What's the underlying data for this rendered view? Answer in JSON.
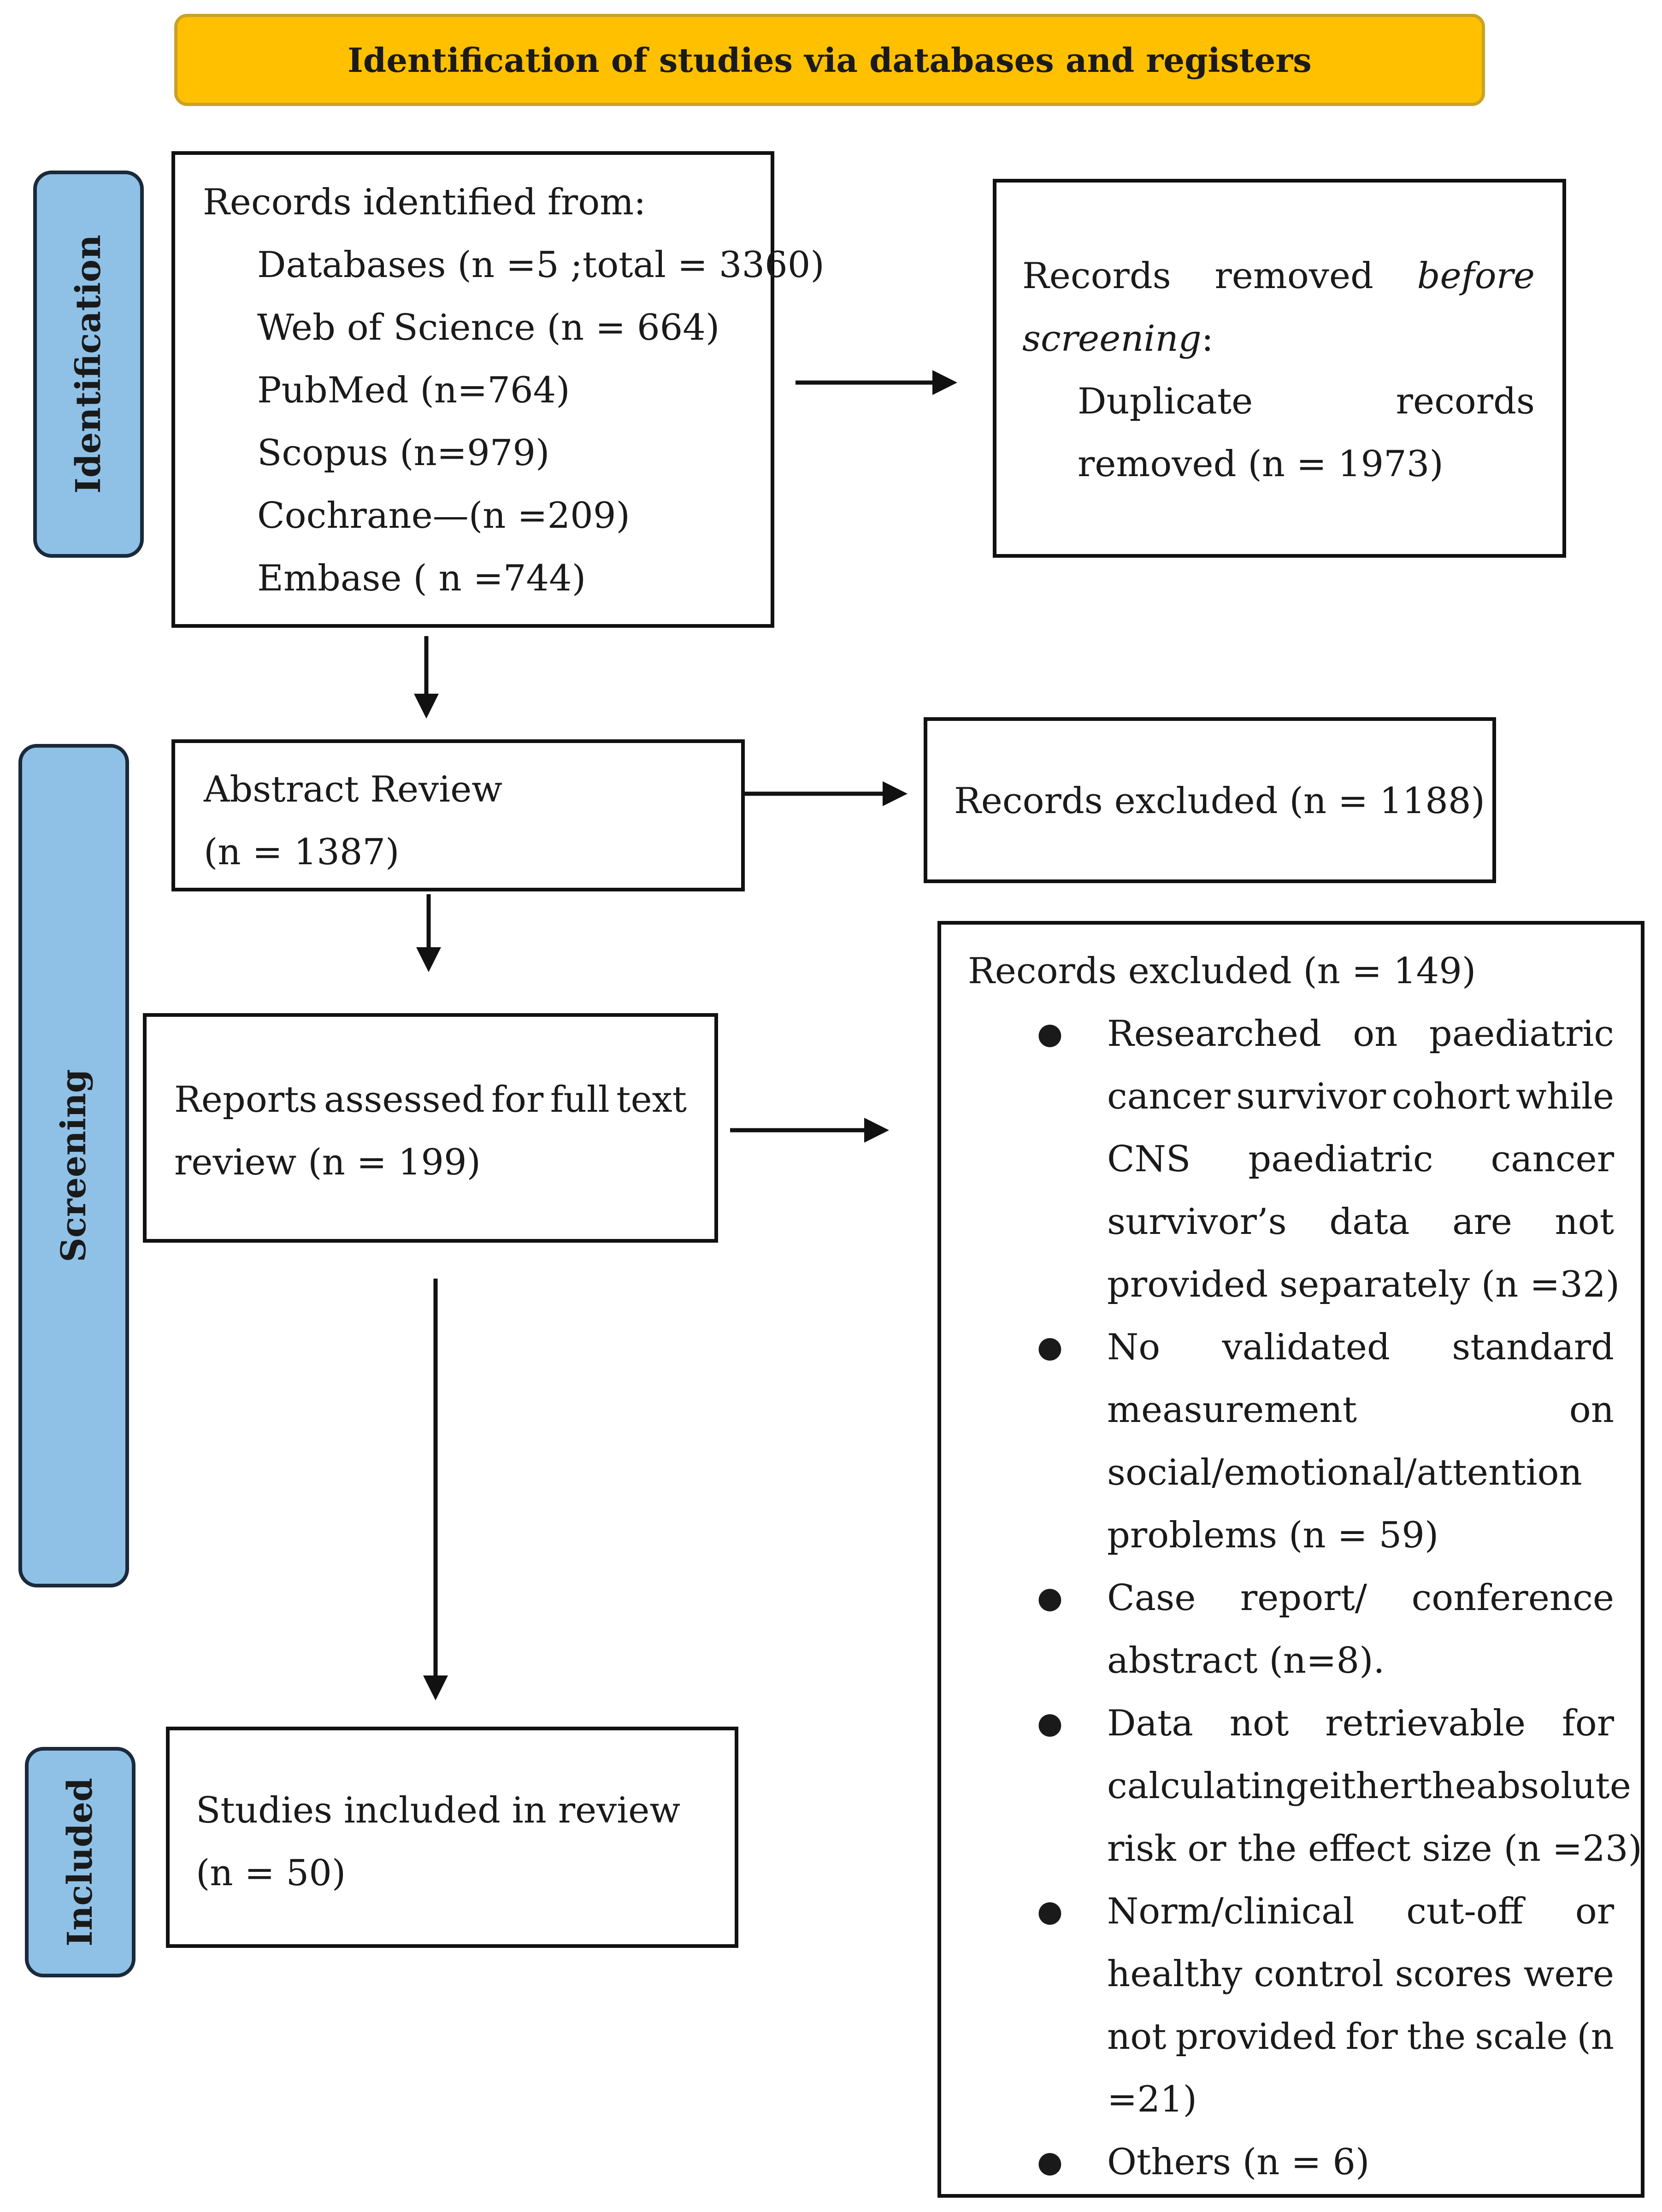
{
  "header": {
    "title": "Identification of studies via databases and registers"
  },
  "stages": {
    "identification": "Identification",
    "screening": "Screening",
    "included": "Included"
  },
  "records_identified": {
    "heading": "Records identified from:",
    "databases": "Databases (n =5 ;total = 3360)",
    "web_of_science": "Web of Science (n = 664)",
    "pubmed": "PubMed (n=764)",
    "scopus": "Scopus (n=979)",
    "cochrane": "Cochrane—(n =209)",
    "embase": "Embase ( n =744)"
  },
  "removed_before_screening": {
    "w1": "Records",
    "w2": "removed",
    "w3": "before",
    "w4": "screening",
    "colon": ":",
    "w5": "Duplicate",
    "w6": "records",
    "line3": "removed (n = 1973)"
  },
  "abstract_review": {
    "line1": "Abstract Review",
    "line2": "(n = 1387)"
  },
  "records_excluded_abstract": {
    "text": "Records excluded (n = 1188)"
  },
  "full_text_review": {
    "w": [
      "Reports",
      "assessed",
      "for",
      "full",
      "text"
    ],
    "line2": "review (n = 199)"
  },
  "records_excluded_fulltext": {
    "heading": "Records excluded (n = 149)",
    "bullet": "●",
    "b1_l1": [
      "Researched",
      "on",
      "paediatric"
    ],
    "b1_l2": [
      "cancer",
      "survivor",
      "cohort",
      "while"
    ],
    "b1_l3": [
      "CNS",
      "paediatric",
      "cancer"
    ],
    "b1_l4": [
      "survivor’s",
      "data",
      "are",
      "not"
    ],
    "b1_l5": "provided separately (n =32)",
    "b2_l1": [
      "No",
      "validated",
      "standard"
    ],
    "b2_l2": [
      "measurement",
      "on"
    ],
    "b2_l3": "social/emotional/attention",
    "b2_l4": "problems (n = 59)",
    "b3_l1": [
      "Case",
      "report/",
      "conference"
    ],
    "b3_l2": "abstract (n=8).",
    "b4_l1": [
      "Data",
      "not",
      "retrievable",
      "for"
    ],
    "b4_l2": [
      "calculating",
      "either",
      "the",
      "absolute"
    ],
    "b4_l3": "risk or the effect size (n =23)",
    "b5_l1": [
      "Norm/clinical",
      "cut-off",
      "or"
    ],
    "b5_l2": [
      "healthy",
      "control",
      "scores",
      "were"
    ],
    "b5_l3": [
      "not",
      "provided",
      "for",
      "the",
      "scale",
      "(n"
    ],
    "b5_l4": "=21)",
    "b6_l1": "Others (n = 6)"
  },
  "studies_included": {
    "line1": "Studies included in review",
    "line2": "(n = 50)"
  }
}
